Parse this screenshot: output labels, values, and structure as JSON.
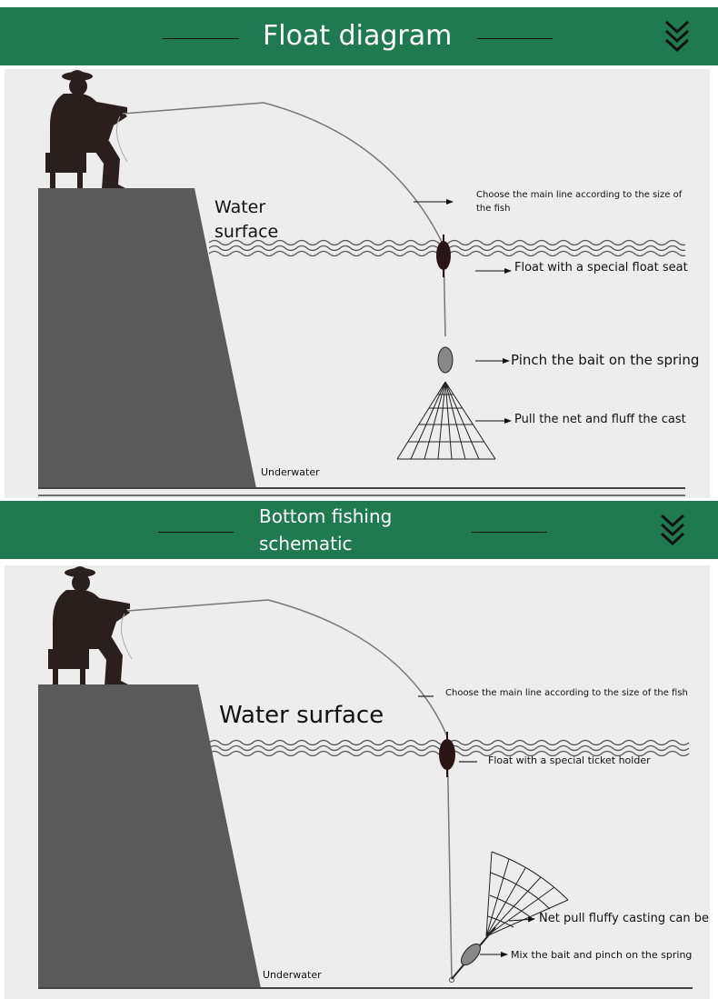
{
  "sections": [
    {
      "title": "Float diagram",
      "labels": {
        "water_surface": "Water surface",
        "main_line": "Choose the main line according to the size of the fish",
        "float": "Float with a special float seat",
        "spring": "Pinch the bait on the spring",
        "net": "Pull the net and fluff the cast",
        "underwater": "Underwater"
      }
    },
    {
      "title": "Bottom fishing schematic",
      "labels": {
        "water_surface": "Water surface",
        "main_line": "Choose the main line according to the size of the fish",
        "float": "Float with a special ticket holder",
        "net": "Net pull fluffy casting can be",
        "spring": "Mix the bait and pinch on the spring",
        "underwater": "Underwater"
      }
    }
  ],
  "colors": {
    "banner": "#1f7a4f",
    "panel": "#ededed",
    "cliff": "#5a5a5a"
  },
  "icons": {
    "scroll_down": "double-chevron-down-icon"
  }
}
